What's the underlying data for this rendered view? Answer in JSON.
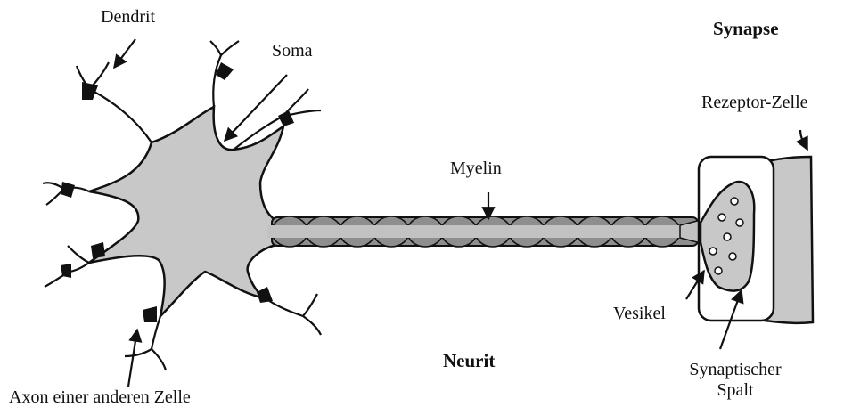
{
  "labels": {
    "dendrit": "Dendrit",
    "soma": "Soma",
    "synapse": "Synapse",
    "rezeptor_zelle": "Rezeptor-Zelle",
    "myelin": "Myelin",
    "neurit": "Neurit",
    "vesikel": "Vesikel",
    "synaptischer_line1": "Synaptischer",
    "synaptischer_line2": "Spalt",
    "axon": "Axon einer anderen Zelle"
  },
  "colors": {
    "fill_gray": "#c8c8c8",
    "myelin_dark": "#8e8e8e",
    "myelin_core": "#c2c2c2",
    "stroke": "#111111"
  }
}
